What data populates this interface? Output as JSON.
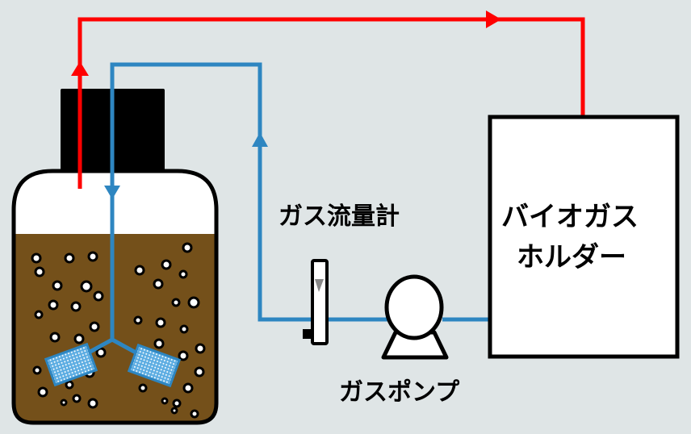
{
  "labels": {
    "flowmeter": "ガス流量計",
    "holder_line1": "バイオガス",
    "holder_line2": "ホルダー",
    "pump": "ガスポンプ"
  },
  "colors": {
    "background": "#dfe5e6",
    "biogas_line": "#ff0000",
    "return_line": "#2e86c1",
    "sludge": "#74501a",
    "carrier": "#5dade2"
  },
  "icons": [
    "reactor-bottle",
    "gas-flowmeter",
    "gas-pump",
    "biogas-holder",
    "impeller"
  ]
}
